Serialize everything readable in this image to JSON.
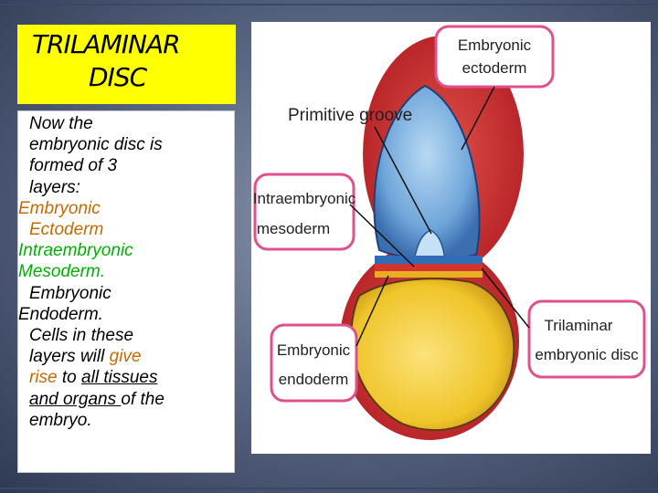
{
  "title": {
    "line1": "TRILAMINAR",
    "line2": "DISC"
  },
  "text": {
    "l1": "Now the",
    "l2": "embryonic disc is",
    "l3": "formed of 3",
    "l4": "layers:",
    "l5": "Embryonic",
    "l6": "Ectoderm",
    "l7": "Intraembryonic",
    "l8": "Mesoderm.",
    "l9": "Embryonic",
    "l10": "Endoderm.",
    "l11": "Cells in these",
    "l12a": "layers will ",
    "l12b": "give",
    "l13a": "rise",
    "l13b": " to ",
    "l13c": "all tissues",
    "l14a": "and organs ",
    "l14b": "of the",
    "l15": "embryo."
  },
  "colors": {
    "title_bg": "#ffff00",
    "ectoderm_text": "#c46a00",
    "mesoderm_text": "#00b000",
    "label_border": "#e0508a",
    "amnion_fill": "#7fb2e0",
    "yolk_fill": "#f2cc2e",
    "membrane": "#c0282c"
  },
  "figure": {
    "labels": {
      "ectoderm1": "Embryonic",
      "ectoderm2": "ectoderm",
      "groove": "Primitive groove",
      "mesoderm1": "Intraembryonic",
      "mesoderm2": "mesoderm",
      "endoderm1": "Embryonic",
      "endoderm2": "endoderm",
      "trilaminar1": "Trilaminar",
      "trilaminar2": "embryonic disc"
    }
  }
}
